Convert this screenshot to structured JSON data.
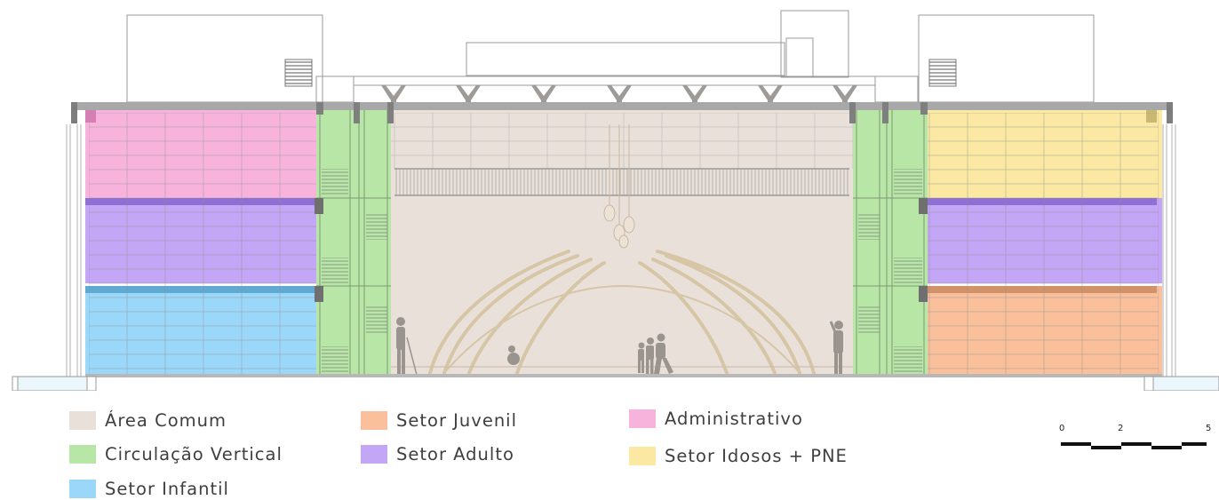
{
  "legend": [
    {
      "label": "Área Comum",
      "color": "#e9e0da"
    },
    {
      "label": "Circulação Vertical",
      "color": "#b8e6a6"
    },
    {
      "label": "Setor Infantil",
      "color": "#9ad7f8"
    },
    {
      "label": "Setor Juvenil",
      "color": "#f9c09b"
    },
    {
      "label": "Setor Adulto",
      "color": "#c4a6f6"
    },
    {
      "label": "Administrativo",
      "color": "#f8b3dc"
    },
    {
      "label": "Setor Idosos + PNE",
      "color": "#fbe9a3"
    }
  ],
  "scale_bar": {
    "labels": [
      "0",
      "2",
      "5"
    ]
  }
}
